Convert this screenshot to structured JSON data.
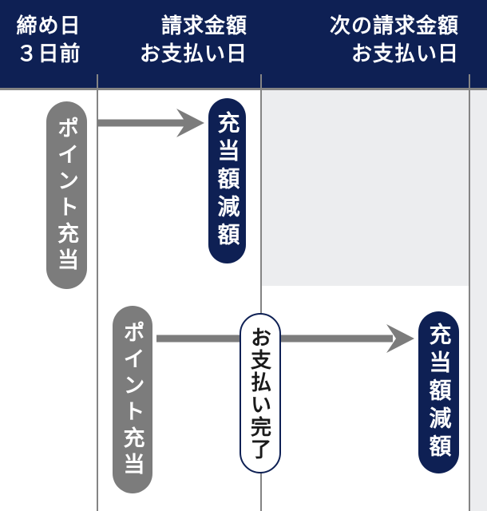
{
  "colors": {
    "navy": "#0E2054",
    "gray": "#7C7C7C",
    "light_gray": "#ECEDEF",
    "grid_line": "#848484",
    "black_text": "#1A1A1A"
  },
  "header": {
    "columns": [
      {
        "line1": "締め日",
        "line2": "３日前"
      },
      {
        "line1": "請求金額",
        "line2": "お支払い日"
      },
      {
        "line1": "次の請求金額",
        "line2": "お支払い日"
      }
    ]
  },
  "rows": {
    "row1": {
      "point_pill": "ポイント充当",
      "result_pill": "充当額減額"
    },
    "row2": {
      "point_pill": "ポイント充当",
      "status_pill": "お支払い完了",
      "result_pill": "充当額減額"
    }
  }
}
